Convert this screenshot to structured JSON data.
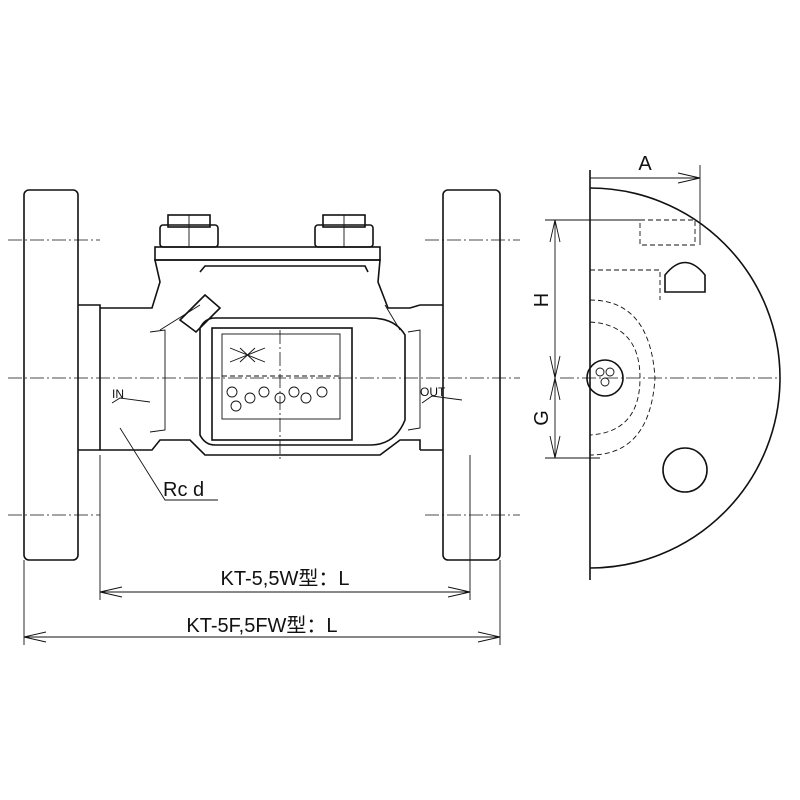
{
  "labels": {
    "inlet": "IN",
    "outlet": "OUT",
    "thread": "Rc d",
    "dim_a": "A",
    "dim_h": "H",
    "dim_g": "G",
    "length_screwed": "KT-5,5W型：L",
    "length_flanged": "KT-5F,5FW型：L"
  }
}
